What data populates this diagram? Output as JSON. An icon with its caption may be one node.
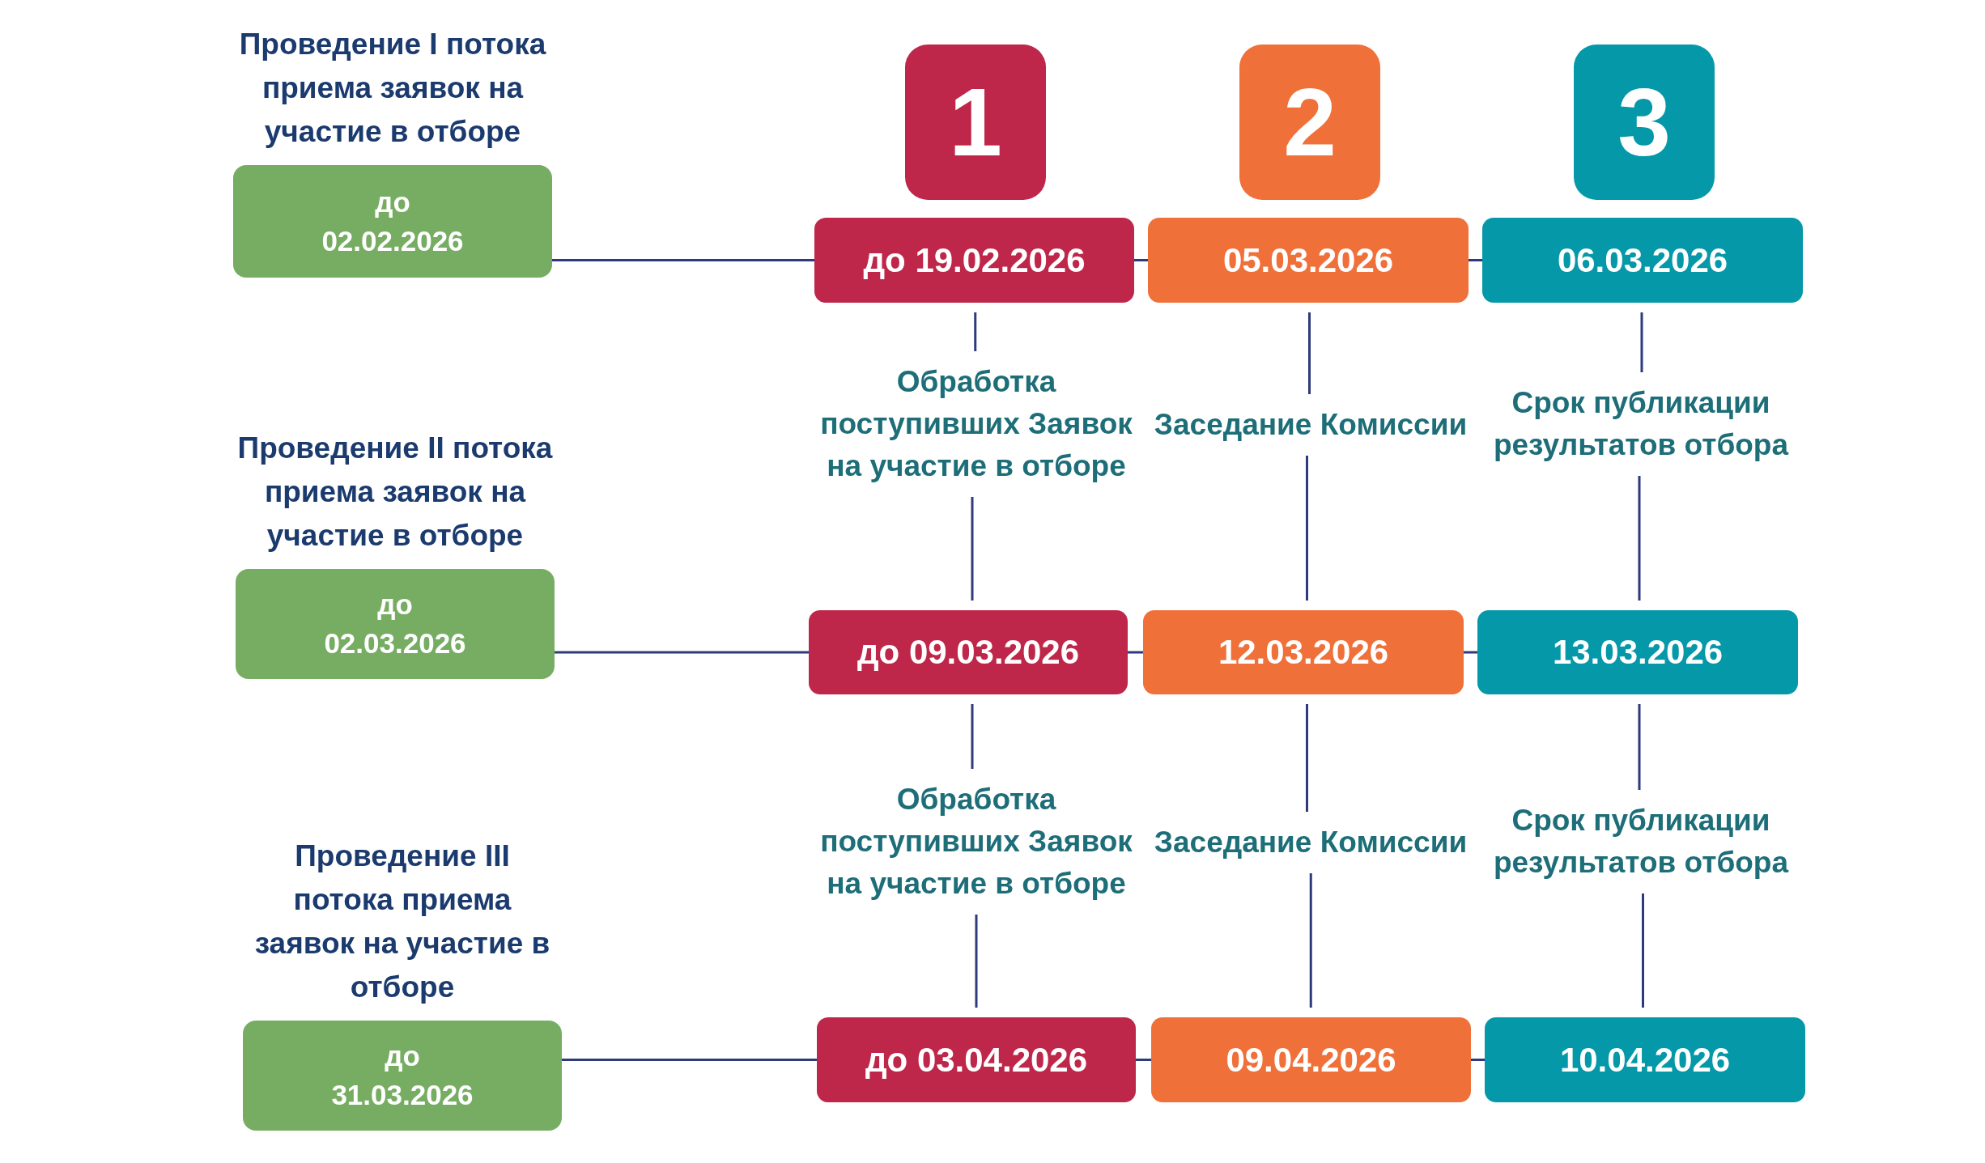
{
  "diagram": {
    "nodes": [
      {
        "text": [
          "Проведение **I потока** приема заявок на участие в отборе",
          "до 02.02.2026"
        ]
      },
      {
        "text": [
          "1"
        ]
      },
      {
        "text": [
          "2"
        ]
      },
      {
        "text": [
          "3"
        ]
      },
      {
        "text": [
          "до 19.02.2026"
        ]
      },
      {
        "text": [
          "05.03.2026"
        ]
      },
      {
        "text": [
          "06.03.2026"
        ]
      },
      {
        "text": [
          "Обработка поступивших Заявок на участие в отборе"
        ]
      },
      {
        "text": [
          "Заседание Комиссии"
        ]
      },
      {
        "text": [
          "Срок публикации результатов отбора"
        ]
      },
      {
        "text": [
          "Проведение **II потока** приема заявок на участие в отборе",
          "до 02.03.2026"
        ]
      },
      {
        "text": [
          "до 09.03.2026"
        ]
      },
      {
        "text": [
          "12.03.2026"
        ]
      },
      {
        "text": [
          "13.03.2026"
        ]
      },
      {
        "text": [
          "Обработка поступивших Заявок на участие в отборе"
        ]
      },
      {
        "text": [
          "Заседание Комиссии"
        ]
      },
      {
        "text": [
          "Срок публикации результатов отбора"
        ]
      },
      {
        "text": [
          "Проведение **III потока** приема заявок на участие в отборе",
          "до 31.03.2026"
        ]
      },
      {
        "text": [
          "до 03.04.2026"
        ]
      },
      {
        "text": [
          "09.04.2026"
        ]
      },
      {
        "text": [
          "10.04.2026"
        ]
      }
    ],
    "edges": [
      {
        "from": 0,
        "to": 4,
        "arrow": "none"
      },
      {
        "from": 4,
        "to": 5,
        "arrow": "none"
      },
      {
        "from": 5,
        "to": 6,
        "arrow": "none"
      },
      {
        "from": 4,
        "to": 7,
        "arrow": "none"
      },
      {
        "from": 7,
        "to": 11,
        "arrow": "none"
      },
      {
        "from": 5,
        "to": 8,
        "arrow": "none"
      },
      {
        "from": 8,
        "to": 12,
        "arrow": "none"
      },
      {
        "from": 6,
        "to": 9,
        "arrow": "none"
      },
      {
        "from": 9,
        "to": 13,
        "arrow": "none"
      },
      {
        "from": 10,
        "to": 11,
        "arrow": "none"
      },
      {
        "from": 11,
        "to": 12,
        "arrow": "none"
      },
      {
        "from": 12,
        "to": 13,
        "arrow": "none"
      },
      {
        "from": 11,
        "to": 14,
        "arrow": "none"
      },
      {
        "from": 14,
        "to": 18,
        "arrow": "none"
      },
      {
        "from": 12,
        "to": 15,
        "arrow": "none"
      },
      {
        "from": 15,
        "to": 19,
        "arrow": "none"
      },
      {
        "from": 13,
        "to": 16,
        "arrow": "none"
      },
      {
        "from": 16,
        "to": 20,
        "arrow": "none"
      },
      {
        "from": 17,
        "to": 18,
        "arrow": "none"
      },
      {
        "from": 18,
        "to": 19,
        "arrow": "none"
      },
      {
        "from": 19,
        "to": 20,
        "arrow": "none"
      }
    ]
  }
}
